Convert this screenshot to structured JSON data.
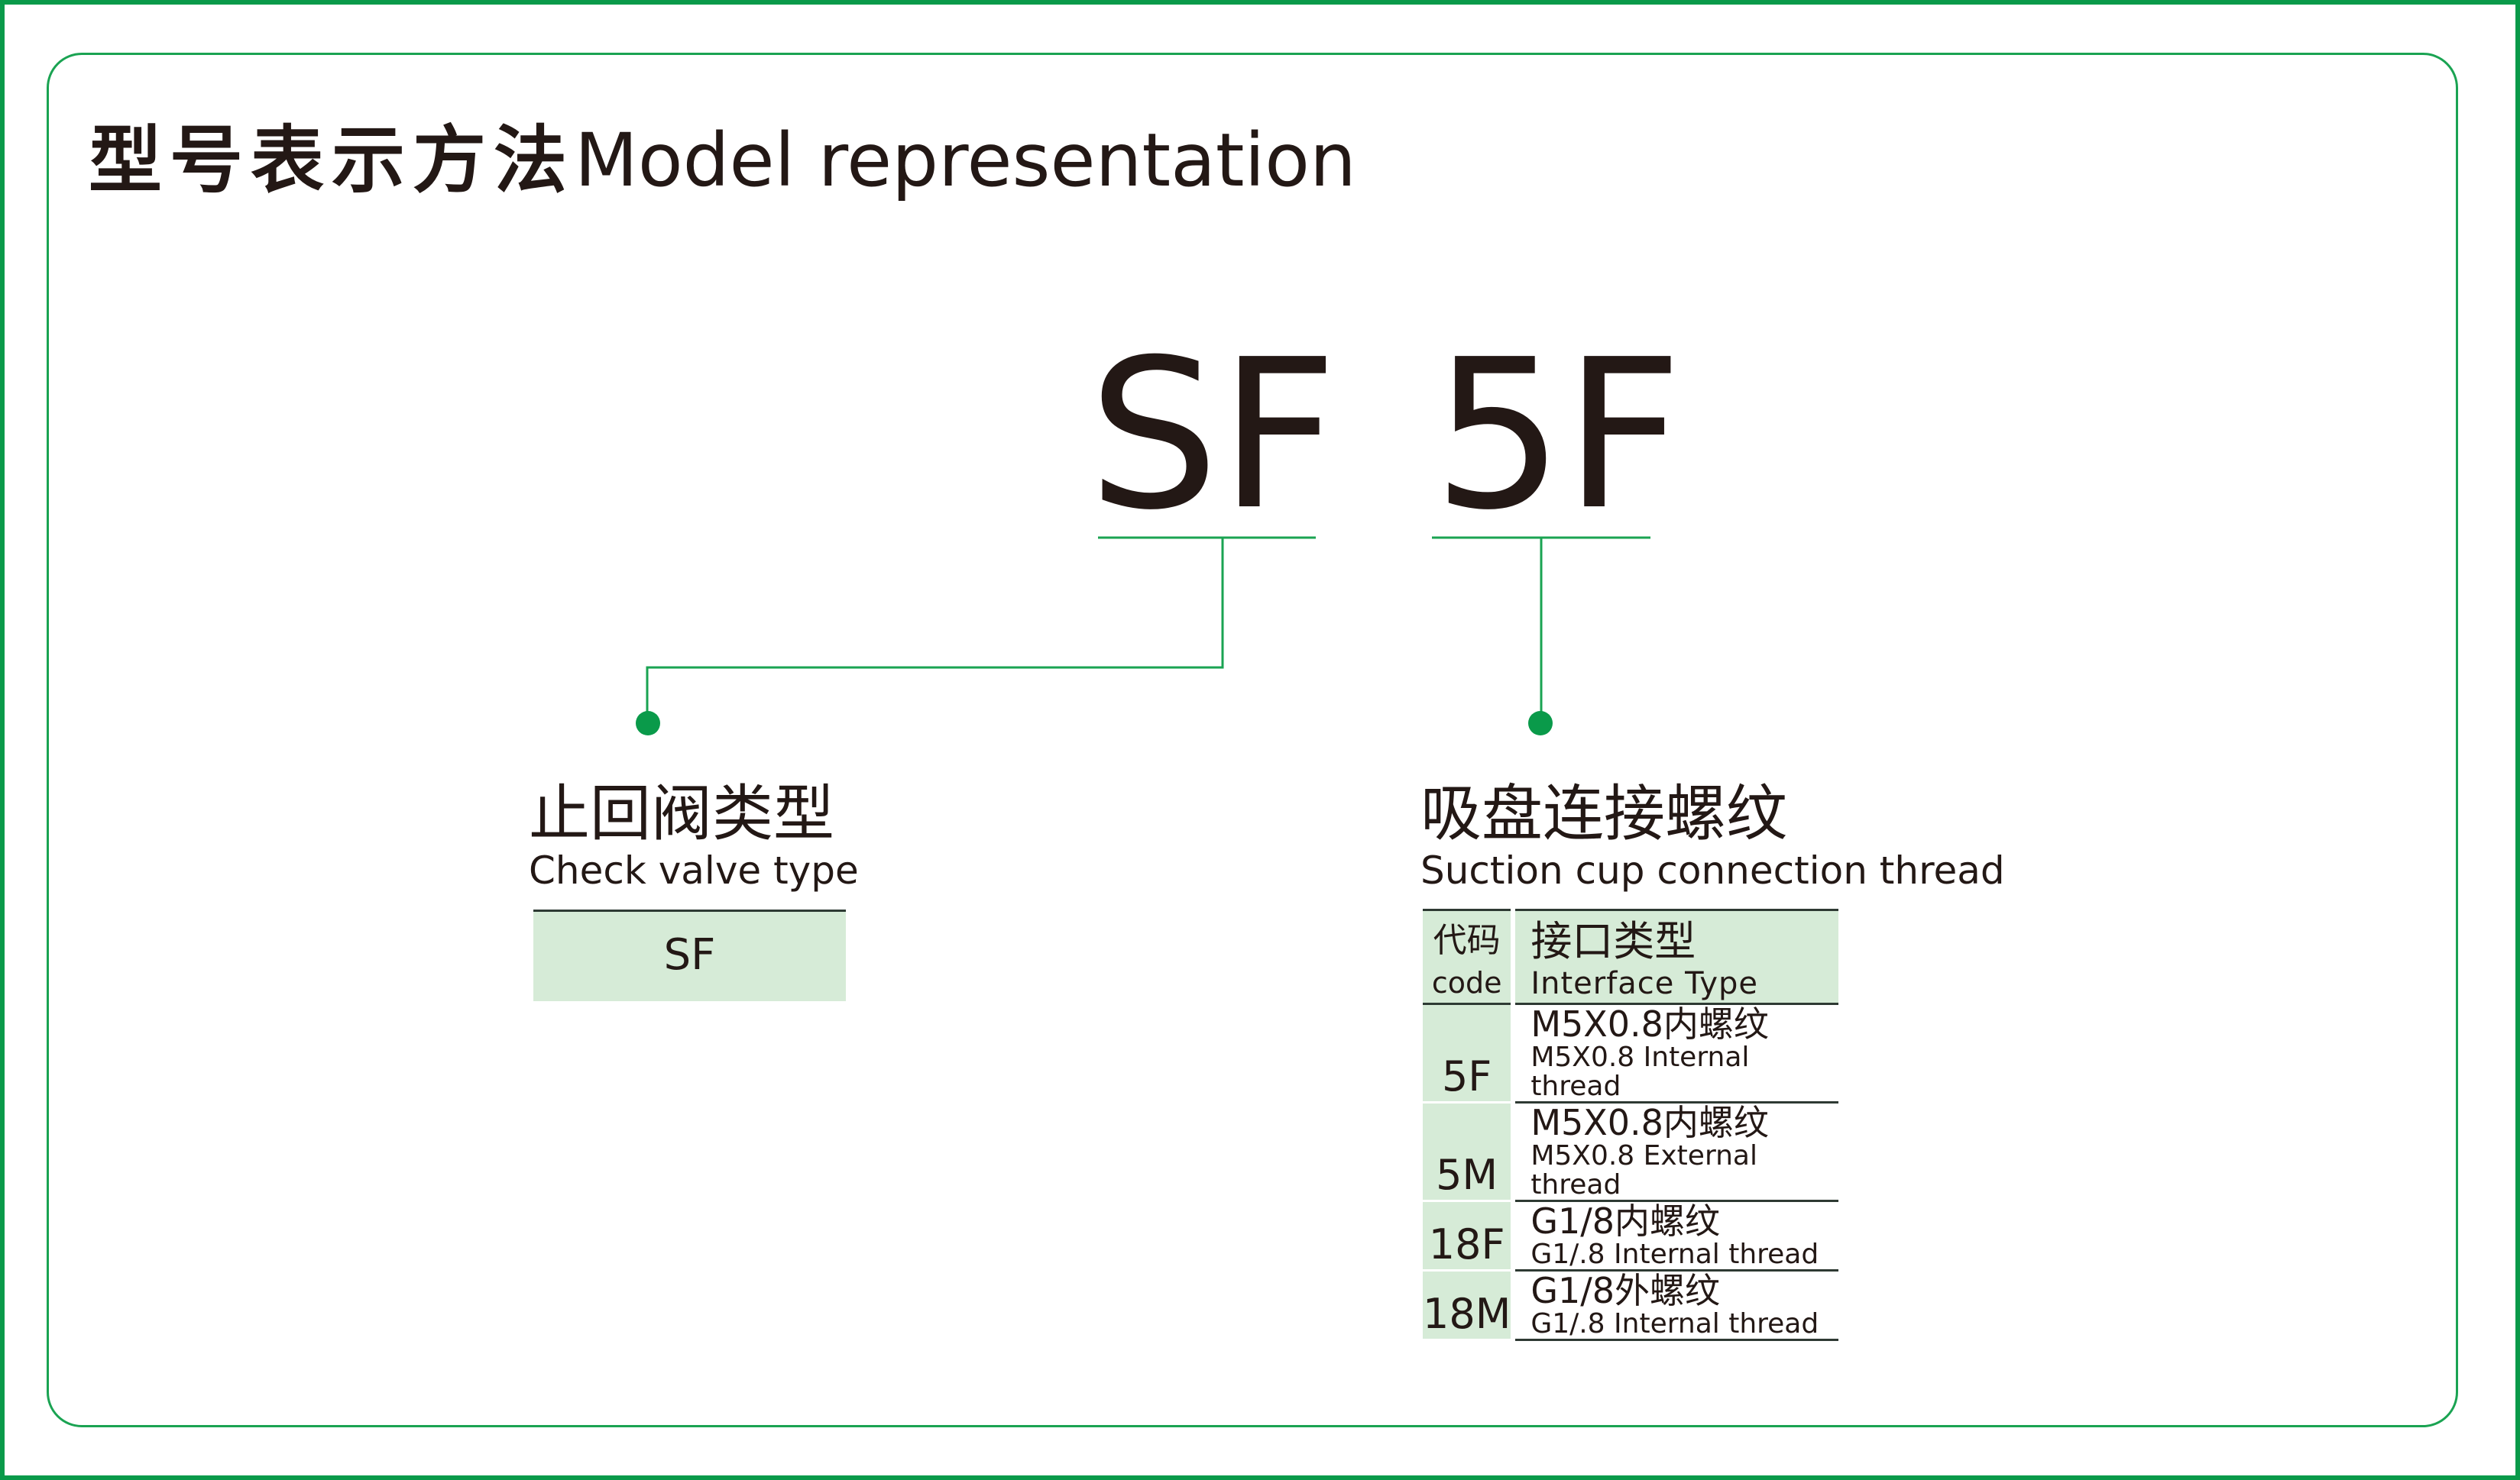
{
  "title": {
    "zh": "型号表示方法",
    "en": "Model representation"
  },
  "model_code": {
    "part1": "SF",
    "part2": "5F"
  },
  "valve_type": {
    "label_zh": "止回阀类型",
    "label_en": "Check valve type",
    "value": "SF"
  },
  "thread": {
    "label_zh": "吸盘连接螺纹",
    "label_en": "Suction cup connection thread",
    "header": {
      "code_zh": "代码",
      "code_en": "code",
      "type_zh": "接口类型",
      "type_en": "Interface Type"
    },
    "rows": [
      {
        "code": "5F",
        "zh": "M5X0.8内螺纹",
        "en": "M5X0.8 Internal thread"
      },
      {
        "code": "5M",
        "zh": "M5X0.8内螺纹",
        "en": "M5X0.8 External thread"
      },
      {
        "code": "18F",
        "zh": "G1/8内螺纹",
        "en": "G1/.8 Internal thread"
      },
      {
        "code": "18M",
        "zh": "G1/8外螺纹",
        "en": "G1/.8 Internal thread"
      }
    ]
  },
  "colors": {
    "accent": "#0a9a4a",
    "cell_bg": "#d6ebd7",
    "text": "#231815"
  }
}
